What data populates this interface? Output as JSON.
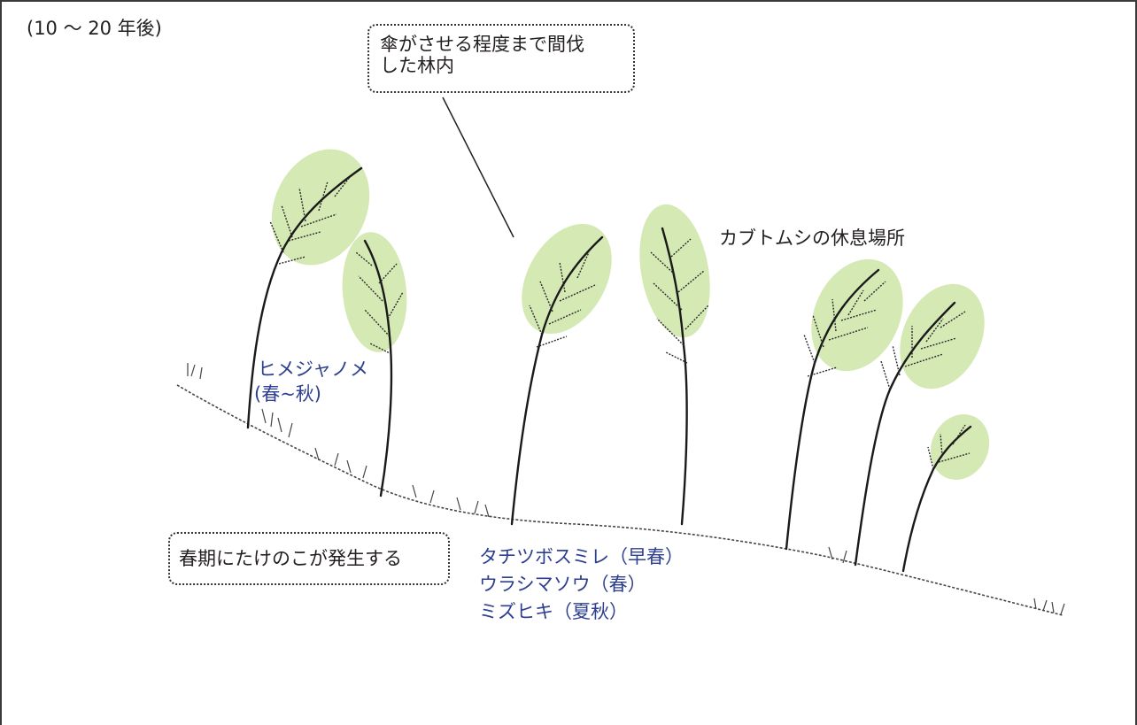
{
  "period_label": "(10 ～ 20 年後)",
  "callouts": {
    "thinning": "傘がさせる程度まで間伐\nした林内",
    "bamboo_shoots": "春期にたけのこが発生する"
  },
  "labels": {
    "beetle_rest": "カブトムシの休息場所",
    "butterfly": "ヒメジャノメ",
    "butterfly_season": "(春~秋)"
  },
  "plants": [
    "タチツボスミレ（早春）",
    "ウラシマソウ（春）",
    "ミズヒキ（夏秋）"
  ],
  "colors": {
    "canopy": "#d5e9b4",
    "species_text": "#2e3f8f",
    "ink": "#231f20"
  }
}
